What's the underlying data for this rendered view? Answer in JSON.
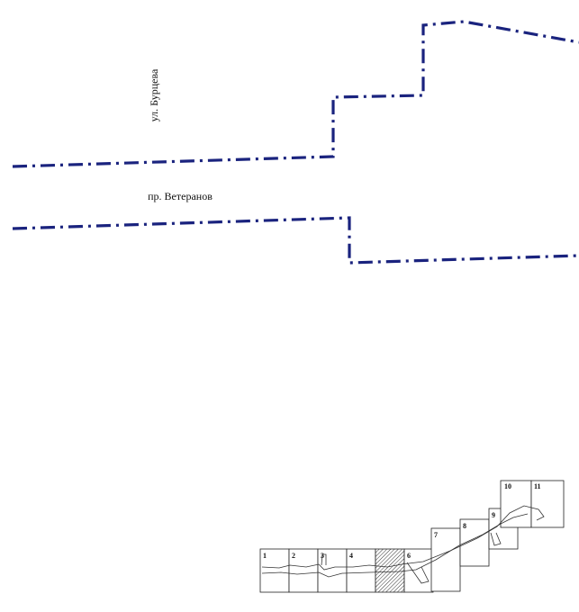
{
  "map": {
    "streets": [
      {
        "id": "burtseva",
        "label": "ул. Бурцева"
      },
      {
        "id": "veteranov",
        "label": "пр. Ветеранов"
      }
    ],
    "line_color": "#1a237e",
    "line_style": "dash-dot",
    "key_map": {
      "active_sheet": "5",
      "sheets": [
        "1",
        "2",
        "3",
        "4",
        "5",
        "6",
        "7",
        "8",
        "9",
        "10",
        "11"
      ],
      "sheet_labels": [
        "1",
        "2",
        "3",
        "4",
        "6",
        "7",
        "8",
        "9",
        "10",
        "11"
      ]
    }
  }
}
